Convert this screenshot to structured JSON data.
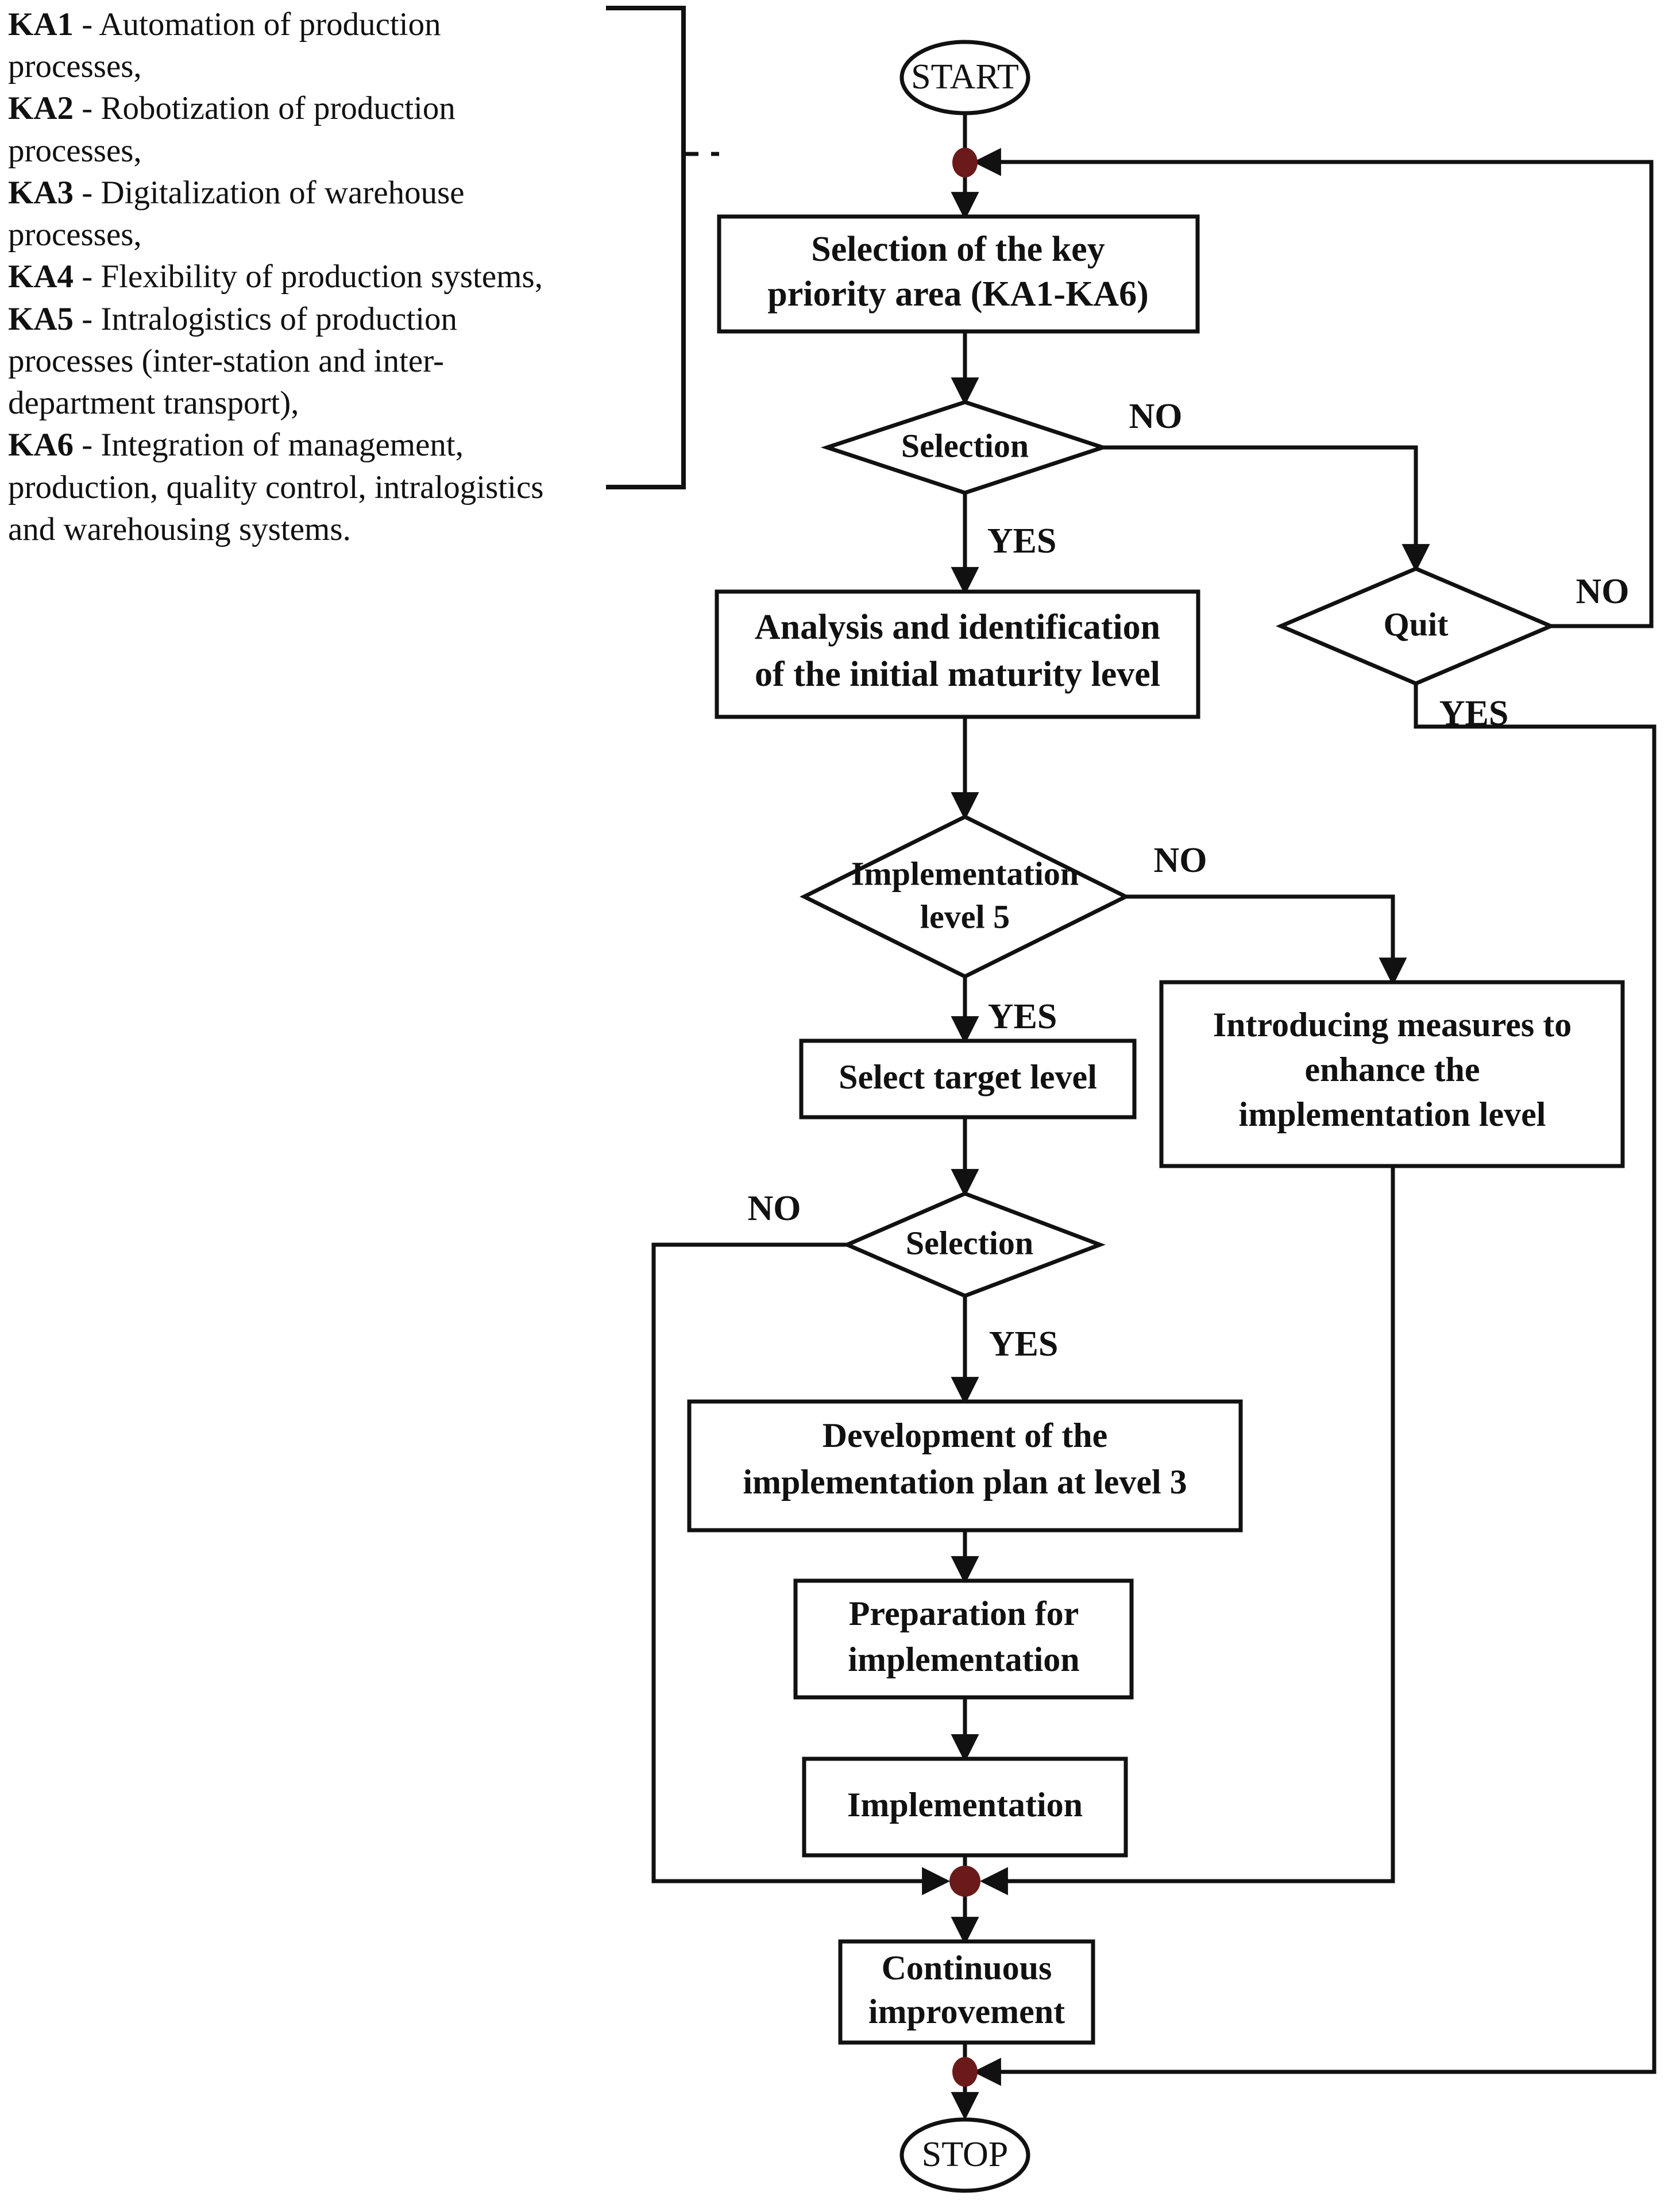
{
  "colors": {
    "stroke": "#111111",
    "fill": "#ffffff",
    "junction_dot": "#6B1A1A",
    "background": "#ffffff"
  },
  "legend": {
    "name": "key-priority-areas-legend",
    "items": [
      {
        "code": "KA1",
        "text": " - Automation of production processes,"
      },
      {
        "code": "KA2",
        "text": " - Robotization of production processes,"
      },
      {
        "code": "KA3",
        "text": " - Digitalization of warehouse processes,"
      },
      {
        "code": "KA4",
        "text": " - Flexibility of production systems,"
      },
      {
        "code": "KA5",
        "text": " - Intralogistics of production processes (inter-station and inter-department transport),"
      },
      {
        "code": "KA6",
        "text": " - Integration of management, production, quality control, intralogistics and warehousing systems."
      }
    ]
  },
  "nodes": {
    "start": {
      "label": "START",
      "type": "terminator"
    },
    "select_key_area": {
      "label_line1": "Selection of the key",
      "label_line2": "priority area (KA1-KA6)",
      "type": "process"
    },
    "selection_1": {
      "label": "Selection",
      "type": "decision"
    },
    "quit": {
      "label": "Quit",
      "type": "decision"
    },
    "analysis": {
      "label_line1": "Analysis and identification",
      "label_line2": "of the initial maturity level",
      "type": "process"
    },
    "impl_level5": {
      "label_line1": "Implementation",
      "label_line2": "level 5",
      "type": "decision"
    },
    "introducing_measures": {
      "label_line1": "Introducing measures to",
      "label_line2": "enhance the",
      "label_line3": "implementation level",
      "type": "process"
    },
    "select_target": {
      "label": "Select target level",
      "type": "process"
    },
    "selection_2": {
      "label": "Selection",
      "type": "decision"
    },
    "development": {
      "label_line1": "Development of the",
      "label_line2": "implementation plan at level 3",
      "type": "process"
    },
    "preparation": {
      "label_line1": "Preparation for",
      "label_line2": "implementation",
      "type": "process"
    },
    "implementation": {
      "label": "Implementation",
      "type": "process"
    },
    "continuous": {
      "label_line1": "Continuous",
      "label_line2": "improvement",
      "type": "process"
    },
    "stop": {
      "label": "STOP",
      "type": "terminator"
    }
  },
  "edge_labels": {
    "sel1_no": "NO",
    "sel1_yes": "YES",
    "quit_no": "NO",
    "quit_yes": "YES",
    "lvl5_no": "NO",
    "lvl5_yes": "YES",
    "sel2_no": "NO",
    "sel2_yes": "YES"
  },
  "chart_data": {
    "type": "flowchart",
    "title": "",
    "flow": [
      {
        "from": "start",
        "to": "junction_top",
        "label": ""
      },
      {
        "from": "junction_top",
        "to": "select_key_area",
        "label": ""
      },
      {
        "from": "select_key_area",
        "to": "selection_1",
        "label": ""
      },
      {
        "from": "selection_1",
        "to": "analysis",
        "label": "YES"
      },
      {
        "from": "selection_1",
        "to": "quit",
        "label": "NO"
      },
      {
        "from": "quit",
        "to": "junction_top",
        "label": "NO"
      },
      {
        "from": "quit",
        "to": "junction_stop",
        "label": "YES"
      },
      {
        "from": "analysis",
        "to": "impl_level5",
        "label": ""
      },
      {
        "from": "impl_level5",
        "to": "select_target",
        "label": "YES"
      },
      {
        "from": "impl_level5",
        "to": "introducing_measures",
        "label": "NO"
      },
      {
        "from": "introducing_measures",
        "to": "junction_cont",
        "label": ""
      },
      {
        "from": "select_target",
        "to": "selection_2",
        "label": ""
      },
      {
        "from": "selection_2",
        "to": "development",
        "label": "YES"
      },
      {
        "from": "selection_2",
        "to": "junction_cont",
        "label": "NO"
      },
      {
        "from": "development",
        "to": "preparation",
        "label": ""
      },
      {
        "from": "preparation",
        "to": "implementation",
        "label": ""
      },
      {
        "from": "implementation",
        "to": "junction_cont",
        "label": ""
      },
      {
        "from": "junction_cont",
        "to": "continuous",
        "label": ""
      },
      {
        "from": "continuous",
        "to": "junction_stop",
        "label": ""
      },
      {
        "from": "junction_stop",
        "to": "stop",
        "label": ""
      }
    ]
  }
}
